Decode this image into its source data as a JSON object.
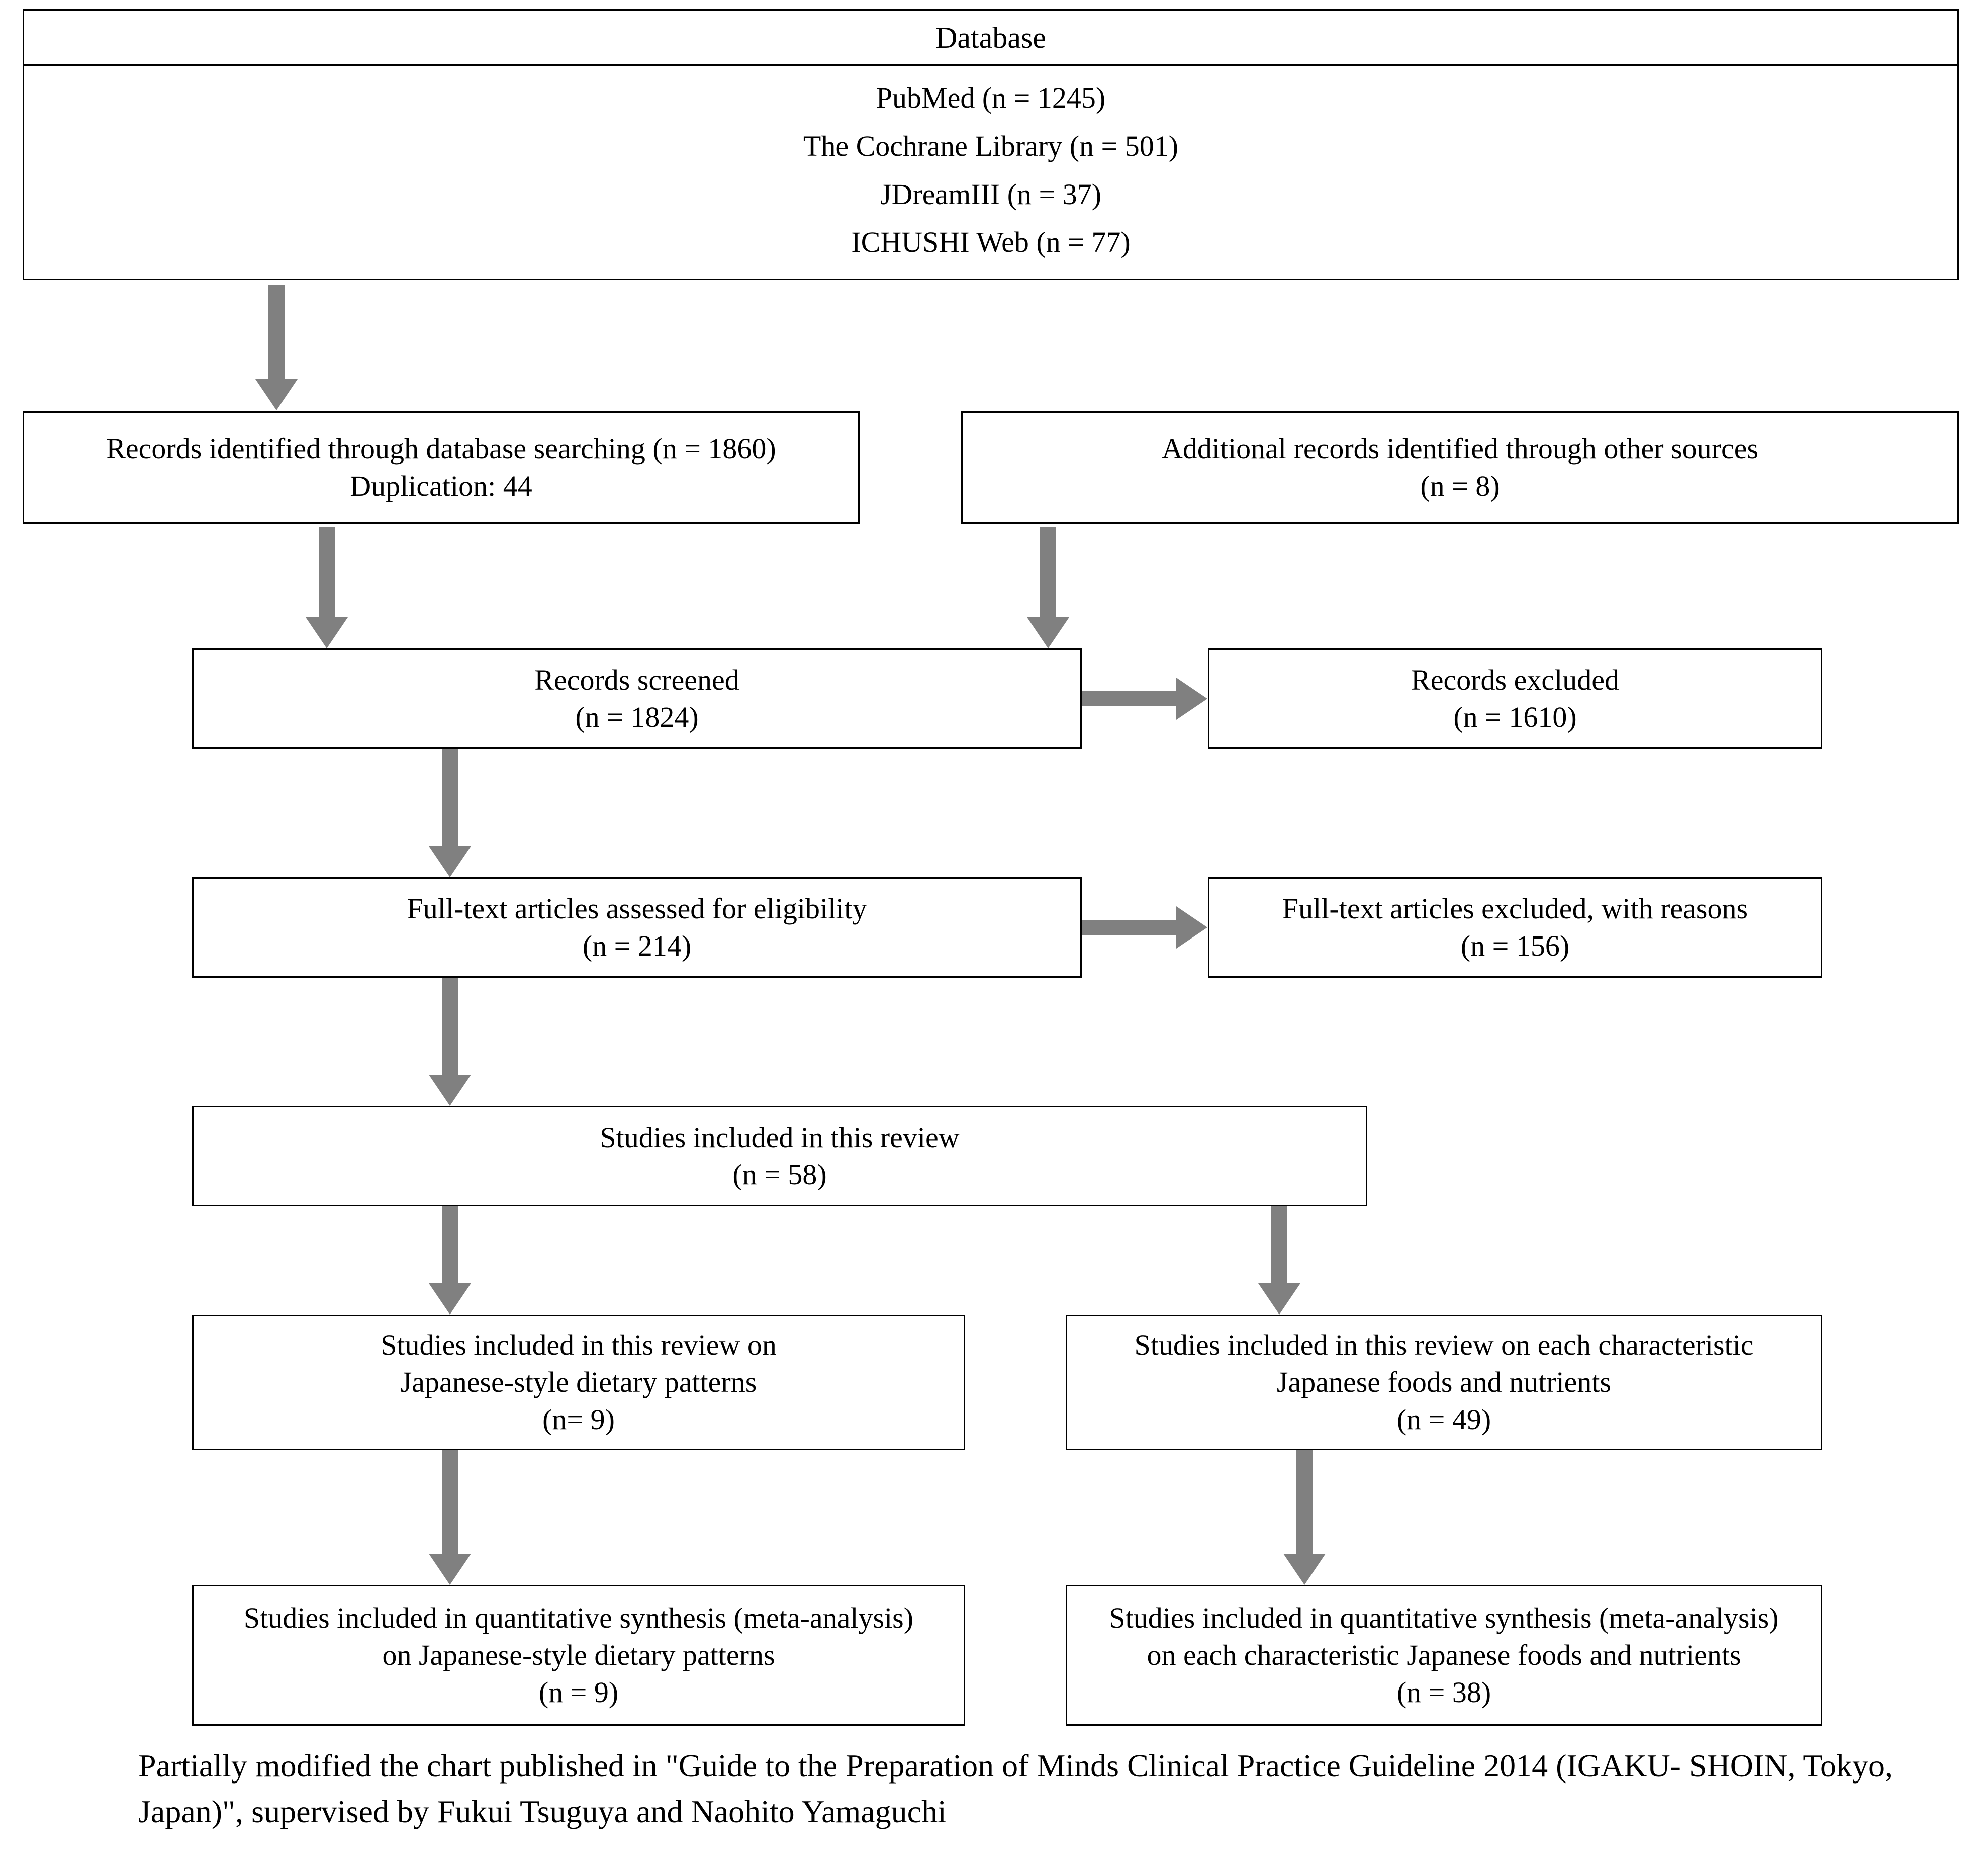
{
  "diagram": {
    "title": "PRISMA study selection flow diagram",
    "arrow_color": "#808080",
    "border_color": "#000000",
    "background_color": "#ffffff"
  },
  "database_box": {
    "header": "Database",
    "sources": [
      "PubMed (n = 1245)",
      "The Cochrane Library (n = 501)",
      "JDreamIII (n = 37)",
      "ICHUSHI Web (n = 77)"
    ]
  },
  "identification": {
    "database_searching": {
      "line1": "Records identified through database searching (n = 1860)",
      "line2": "Duplication: 44"
    },
    "other_sources": {
      "line1": "Additional records identified through other sources",
      "line2": "(n = 8)"
    }
  },
  "screening": {
    "screened": {
      "line1": "Records screened",
      "line2": "(n = 1824)"
    },
    "excluded": {
      "line1": "Records excluded",
      "line2": "(n = 1610)"
    }
  },
  "eligibility": {
    "assessed": {
      "line1": "Full-text articles assessed for eligibility",
      "line2": "(n = 214)"
    },
    "excluded": {
      "line1": "Full-text articles excluded, with reasons",
      "line2": "(n = 156)"
    }
  },
  "included": {
    "review_total": {
      "line1": "Studies included in this review",
      "line2": "(n = 58)"
    },
    "review_dietary": {
      "line1": "Studies included in this review on",
      "line2": "Japanese-style dietary patterns",
      "line3": "(n= 9)"
    },
    "review_foods": {
      "line1": "Studies included in this review on each characteristic",
      "line2": "Japanese foods and nutrients",
      "line3": "(n = 49)"
    },
    "meta_dietary": {
      "line1": "Studies included in quantitative synthesis (meta-analysis)",
      "line2": "on Japanese-style dietary patterns",
      "line3": "(n = 9)"
    },
    "meta_foods": {
      "line1": "Studies included in quantitative synthesis (meta-analysis)",
      "line2": "on each characteristic Japanese foods and nutrients",
      "line3": "(n = 38)"
    }
  },
  "caption": {
    "line1": "Partially modified the chart published in \"Guide to the Preparation of Minds Clinical Practice Guideline 2014 (IGAKU-",
    "line2": "SHOIN, Tokyo, Japan)\", supervised by Fukui Tsuguya and Naohito Yamaguchi"
  },
  "chart_data": {
    "type": "diagram",
    "title": "PRISMA flow of study selection",
    "nodes": [
      {
        "id": "database",
        "label": "Database",
        "values": {
          "PubMed": 1245,
          "The Cochrane Library": 501,
          "JDreamIII": 37,
          "ICHUSHI Web": 77
        }
      },
      {
        "id": "records_identified",
        "label": "Records identified through database searching",
        "n": 1860,
        "duplication": 44
      },
      {
        "id": "additional_records",
        "label": "Additional records identified through other sources",
        "n": 8
      },
      {
        "id": "records_screened",
        "label": "Records screened",
        "n": 1824
      },
      {
        "id": "records_excluded",
        "label": "Records excluded",
        "n": 1610
      },
      {
        "id": "fulltext_assessed",
        "label": "Full-text articles assessed for eligibility",
        "n": 214
      },
      {
        "id": "fulltext_excluded",
        "label": "Full-text articles excluded, with reasons",
        "n": 156
      },
      {
        "id": "studies_included",
        "label": "Studies included in this review",
        "n": 58
      },
      {
        "id": "review_dietary",
        "label": "Studies included in this review on Japanese-style dietary patterns",
        "n": 9
      },
      {
        "id": "review_foods",
        "label": "Studies included in this review on each characteristic Japanese foods and nutrients",
        "n": 49
      },
      {
        "id": "meta_dietary",
        "label": "Studies included in quantitative synthesis (meta-analysis) on Japanese-style dietary patterns",
        "n": 9
      },
      {
        "id": "meta_foods",
        "label": "Studies included in quantitative synthesis (meta-analysis) on each characteristic Japanese foods and nutrients",
        "n": 38
      }
    ],
    "edges": [
      {
        "from": "database",
        "to": "records_identified"
      },
      {
        "from": "records_identified",
        "to": "records_screened"
      },
      {
        "from": "additional_records",
        "to": "records_screened"
      },
      {
        "from": "records_screened",
        "to": "records_excluded"
      },
      {
        "from": "records_screened",
        "to": "fulltext_assessed"
      },
      {
        "from": "fulltext_assessed",
        "to": "fulltext_excluded"
      },
      {
        "from": "fulltext_assessed",
        "to": "studies_included"
      },
      {
        "from": "studies_included",
        "to": "review_dietary"
      },
      {
        "from": "studies_included",
        "to": "review_foods"
      },
      {
        "from": "review_dietary",
        "to": "meta_dietary"
      },
      {
        "from": "review_foods",
        "to": "meta_foods"
      }
    ]
  }
}
